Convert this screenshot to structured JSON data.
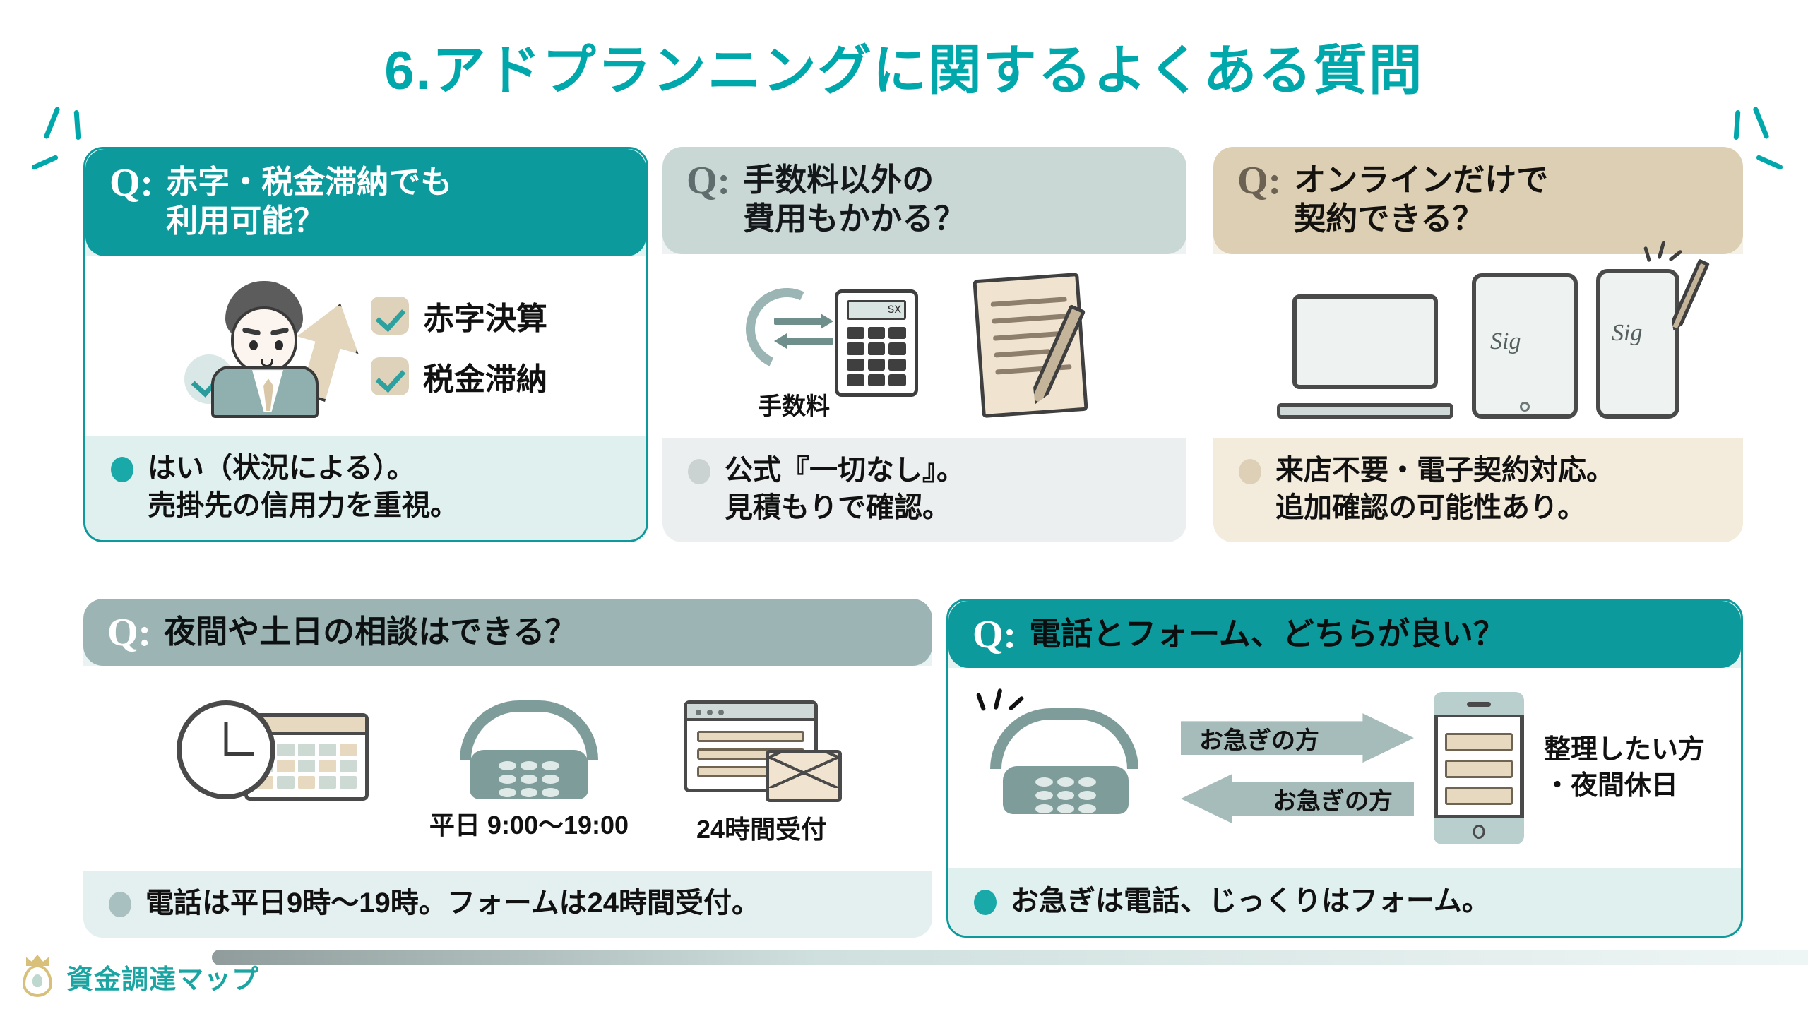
{
  "title": "6.アドプランニングに関するよくある質問",
  "colors": {
    "accent_teal": "#0d9a9c",
    "title_teal": "#00a8ab",
    "card2_head": "#c9d7d5",
    "card3_head": "#ddcfb4",
    "card4_head": "#9cb5b4",
    "beige": "#ded2bb"
  },
  "q_prefix": "Q:",
  "cards": [
    {
      "id": "card1",
      "question": "赤字・税金滞納でも\n利用可能？",
      "question_line1": "赤字・税金滞納でも",
      "question_line2": "利用可能？",
      "checklist": [
        "赤字決算",
        "税金滞納"
      ],
      "answer_line1": "はい（状況による）。",
      "answer_line2": "売掛先の信用力を重視。"
    },
    {
      "id": "card2",
      "question_line1": "手数料以外の",
      "question_line2": "費用もかかる？",
      "fee_label": "手数料",
      "calc_display": "SX",
      "answer_line1": "公式『一切なし』。",
      "answer_line2": "見積もりで確認。"
    },
    {
      "id": "card3",
      "question_line1": "オンラインだけで",
      "question_line2": "契約できる？",
      "signature_text": "Sig",
      "answer_line1": "来店不要・電子契約対応。",
      "answer_line2": "追加確認の可能性あり。"
    },
    {
      "id": "card4",
      "question_line1": "夜間や土日の相談はできる？",
      "icon_labels": [
        "平日 9:00〜19:00",
        "24時間受付"
      ],
      "answer_line1": "電話は平日9時〜19時。フォームは24時間受付。"
    },
    {
      "id": "card5",
      "question_line1": "電話とフォーム、どちらが良い？",
      "arrow_right_label": "お急ぎの方",
      "arrow_left_label": "お急ぎの方",
      "side_note_line1": "整理したい方",
      "side_note_line2": "・夜間休日",
      "answer_line1": "お急ぎは電話、じっくりはフォーム。"
    }
  ],
  "logo": {
    "text": "資金調達マップ",
    "icon": "crown-pin-icon"
  }
}
